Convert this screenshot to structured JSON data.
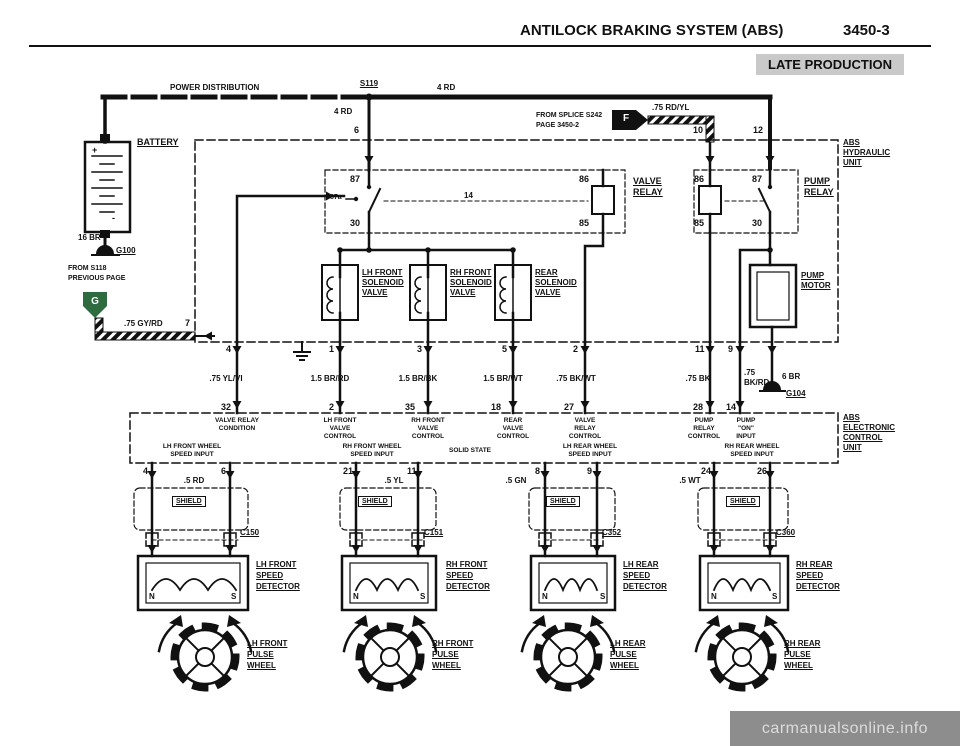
{
  "header": {
    "title": "ANTILOCK BRAKING SYSTEM (ABS)",
    "page": "3450-3",
    "tag": "LATE PRODUCTION"
  },
  "power": {
    "distribution": "POWER DISTRIBUTION",
    "s119": "S119",
    "bus_wire": "4 RD",
    "drop_wire": "4 RD",
    "pin6": "6",
    "splice_line1": "FROM SPLICE S242",
    "splice_line2": "PAGE 3450-2",
    "f": "F",
    "rdyl_wire": ".75 RD/YL",
    "pin10": "10",
    "pin12": "12"
  },
  "battery": {
    "label": "BATTERY",
    "plus": "+",
    "minus": "-",
    "wire": "16 BR",
    "ground": "G100",
    "from1": "FROM S118",
    "from2": "PREVIOUS PAGE",
    "g": "G",
    "gyrd_wire": ".75 GY/RD",
    "pin7": "7"
  },
  "hydraulic": {
    "n1": "ABS",
    "n2": "HYDRAULIC",
    "n3": "UNIT",
    "valve_relay": {
      "n1": "VALVE",
      "n2": "RELAY",
      "p87": "87",
      "p87a": "87a",
      "p30": "30",
      "p86": "86",
      "p85": "85",
      "link": "14"
    },
    "pump_relay": {
      "n1": "PUMP",
      "n2": "RELAY",
      "p86": "86",
      "p87": "87",
      "p85": "85",
      "p30": "30"
    },
    "sol1": {
      "l1": "LH FRONT",
      "l2": "SOLENOID",
      "l3": "VALVE"
    },
    "sol2": {
      "l1": "RH FRONT",
      "l2": "SOLENOID",
      "l3": "VALVE"
    },
    "sol3": {
      "l1": "REAR",
      "l2": "SOLENOID",
      "l3": "VALVE"
    },
    "motor": {
      "l1": "PUMP",
      "l2": "MOTOR"
    },
    "pins": {
      "p4": "4",
      "p1": "1",
      "p3": "3",
      "p5": "5",
      "p2": "2",
      "p11": "11",
      "p9": "9"
    }
  },
  "wires": {
    "w32": ".75 YL/VI",
    "w2": "1.5 BR/RD",
    "w35": "1.5 BR/BK",
    "w18": "1.5 BR/WT",
    "w27": ".75 BK/WT",
    "w28": ".75 BK",
    "w14a": ".75",
    "w14b": "BK/RD",
    "w6br": "6 BR",
    "g104": "G104"
  },
  "ecu": {
    "n1": "ABS",
    "n2": "ELECTRONIC",
    "n3": "CONTROL",
    "n4": "UNIT",
    "pins_top": {
      "p32": "32",
      "p2": "2",
      "p35": "35",
      "p18": "18",
      "p27": "27",
      "p28": "28",
      "p14": "14"
    },
    "fn_a1": "VALVE RELAY",
    "fn_a2": "CONDITION",
    "fn_b1": "LH FRONT",
    "fn_b2": "VALVE",
    "fn_b3": "CONTROL",
    "fn_c1": "RH FRONT",
    "fn_c2": "VALVE",
    "fn_c3": "CONTROL",
    "fn_d1": "REAR",
    "fn_d2": "VALVE",
    "fn_d3": "CONTROL",
    "fn_e1": "VALVE",
    "fn_e2": "RELAY",
    "fn_e3": "CONTROL",
    "fn_f1": "PUMP",
    "fn_f2": "RELAY",
    "fn_f3": "CONTROL",
    "fn_g1": "PUMP",
    "fn_g2": "\"ON\"",
    "fn_g3": "INPUT",
    "fn_h1": "LH FRONT WHEEL",
    "fn_h2": "SPEED INPUT",
    "fn_i1": "RH FRONT WHEEL",
    "fn_i2": "SPEED INPUT",
    "fn_j": "SOLID STATE",
    "fn_k1": "LH REAR WHEEL",
    "fn_k2": "SPEED INPUT",
    "fn_l1": "RH REAR WHEEL",
    "fn_l2": "SPEED INPUT",
    "pins_bottom": {
      "p4": "4",
      "p6": "6",
      "p21": "21",
      "p11": "11",
      "p8": "8",
      "p9": "9",
      "p24": "24",
      "p26": "26"
    }
  },
  "sensors": [
    {
      "wire": ".5 RD",
      "shield": "SHIELD",
      "conn": "C150",
      "n": "N",
      "s": "S",
      "d1": "LH FRONT",
      "d2": "SPEED",
      "d3": "DETECTOR",
      "w1": "LH FRONT",
      "w2": "PULSE",
      "w3": "WHEEL"
    },
    {
      "wire": ".5 YL",
      "shield": "SHIELD",
      "conn": "C151",
      "n": "N",
      "s": "S",
      "d1": "RH FRONT",
      "d2": "SPEED",
      "d3": "DETECTOR",
      "w1": "RH FRONT",
      "w2": "PULSE",
      "w3": "WHEEL"
    },
    {
      "wire": ".5 GN",
      "shield": "SHIELD",
      "conn": "C352",
      "n": "N",
      "s": "S",
      "d1": "LH REAR",
      "d2": "SPEED",
      "d3": "DETECTOR",
      "w1": "LH REAR",
      "w2": "PULSE",
      "w3": "WHEEL"
    },
    {
      "wire": ".5 WT",
      "shield": "SHIELD",
      "conn": "C360",
      "n": "N",
      "s": "S",
      "d1": "RH REAR",
      "d2": "SPEED",
      "d3": "DETECTOR",
      "w1": "RH REAR",
      "w2": "PULSE",
      "w3": "WHEEL"
    }
  ],
  "watermark": "carmanualsonline.info",
  "colors": {
    "ink": "#111111",
    "tag_bg": "#c9c9c9",
    "badge_green": "#2e6b3e",
    "watermark_bg": "#8d8d8d"
  }
}
